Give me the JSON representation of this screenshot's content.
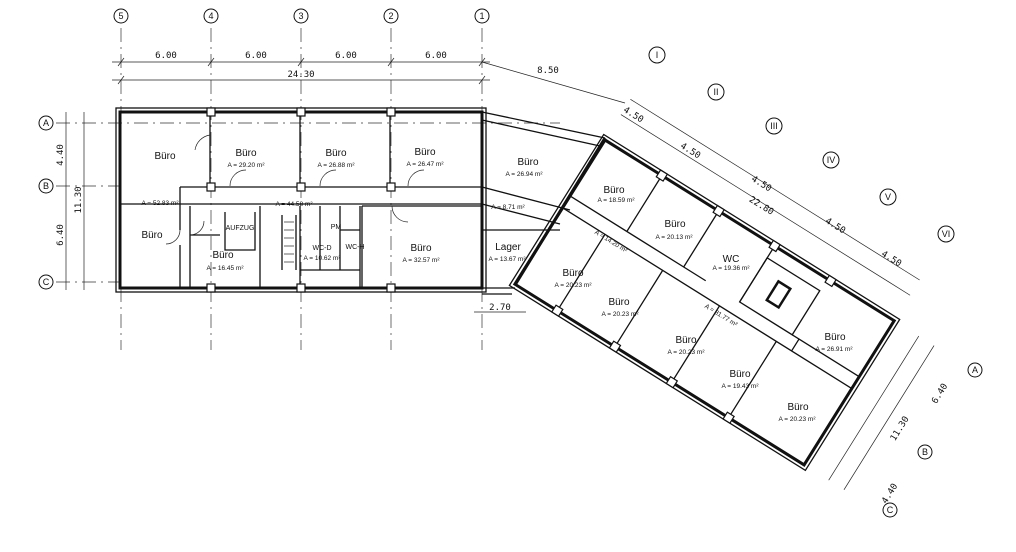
{
  "grid_axes": {
    "numbers": [
      "5",
      "4",
      "3",
      "2",
      "1"
    ],
    "letters_left": [
      "A",
      "B",
      "C"
    ],
    "roman": [
      "I",
      "II",
      "III",
      "IV",
      "V",
      "VI"
    ],
    "letters_right": [
      "A",
      "B",
      "C"
    ]
  },
  "dimensions": {
    "bay_top": [
      "6.00",
      "6.00",
      "6.00",
      "6.00"
    ],
    "total_top": "24.30",
    "link": "8.50",
    "left_upper": "4.40",
    "left_total": "11.30",
    "left_lower": "6.40",
    "wing_bays": [
      "4.50",
      "4.50",
      "4.50",
      "4.50",
      "4.50"
    ],
    "wing_total": "22.80",
    "link_bottom": "2.70",
    "right_upper": "6.40",
    "right_total": "11.30",
    "right_lower": "4.40"
  },
  "rooms": [
    {
      "name": "Büro",
      "area": ""
    },
    {
      "name": "Büro",
      "area": "A = 29.20 m²"
    },
    {
      "name": "Büro",
      "area": "A = 26.88 m²"
    },
    {
      "name": "Büro",
      "area": "A = 26.47 m²"
    },
    {
      "name": "Büro",
      "area": "A = 26.94 m²"
    },
    {
      "name": "",
      "area": "A = 52.83 m²"
    },
    {
      "name": "",
      "area": "A = 44.58 m²"
    },
    {
      "name": "",
      "area": "A = 8.71 m²"
    },
    {
      "name": "Büro",
      "area": ""
    },
    {
      "name": "AUFZUG",
      "area": ""
    },
    {
      "name": "Büro",
      "area": "A = 16.45 m²"
    },
    {
      "name": "WC-D",
      "area": "A = 10.62 m²"
    },
    {
      "name": "WC-H",
      "area": ""
    },
    {
      "name": "PM",
      "area": ""
    },
    {
      "name": "Büro",
      "area": "A = 32.57 m²"
    },
    {
      "name": "Lager",
      "area": "A = 13.67 m²"
    },
    {
      "name": "Büro",
      "area": "A = 18.59 m²"
    },
    {
      "name": "Büro",
      "area": "A = 20.13 m²"
    },
    {
      "name": "WC",
      "area": "A = 19.36 m²"
    },
    {
      "name": "",
      "area": "A = 14.20 m²"
    },
    {
      "name": "Büro",
      "area": "A = 20.23 m²"
    },
    {
      "name": "Büro",
      "area": "A = 20.23 m²"
    },
    {
      "name": "",
      "area": "A = 81.77 m²"
    },
    {
      "name": "Büro",
      "area": "A = 20.23 m²"
    },
    {
      "name": "Büro",
      "area": "A = 19.43 m²"
    },
    {
      "name": "Büro",
      "area": "A = 26.91 m²"
    },
    {
      "name": "Büro",
      "area": "A = 20.23 m²"
    }
  ]
}
